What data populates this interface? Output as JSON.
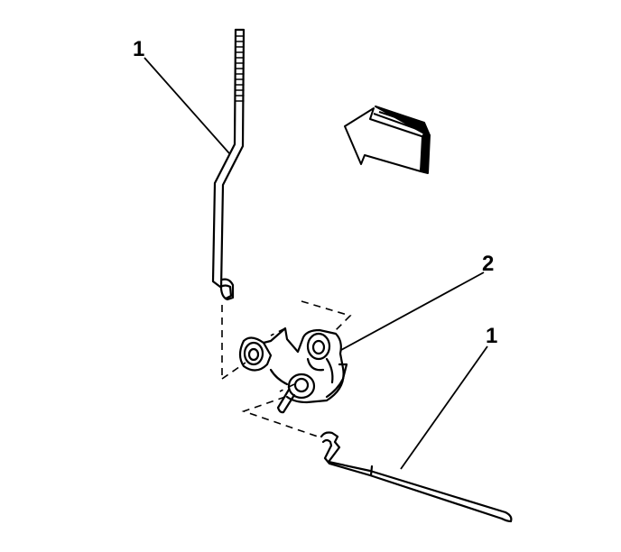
{
  "diagram": {
    "callouts": {
      "upper_rod": "1",
      "bracket": "2",
      "lower_rod": "1"
    },
    "colors": {
      "line": "#000000",
      "background": "#ffffff"
    },
    "icons": {
      "direction": "direction-arrow-icon"
    }
  }
}
